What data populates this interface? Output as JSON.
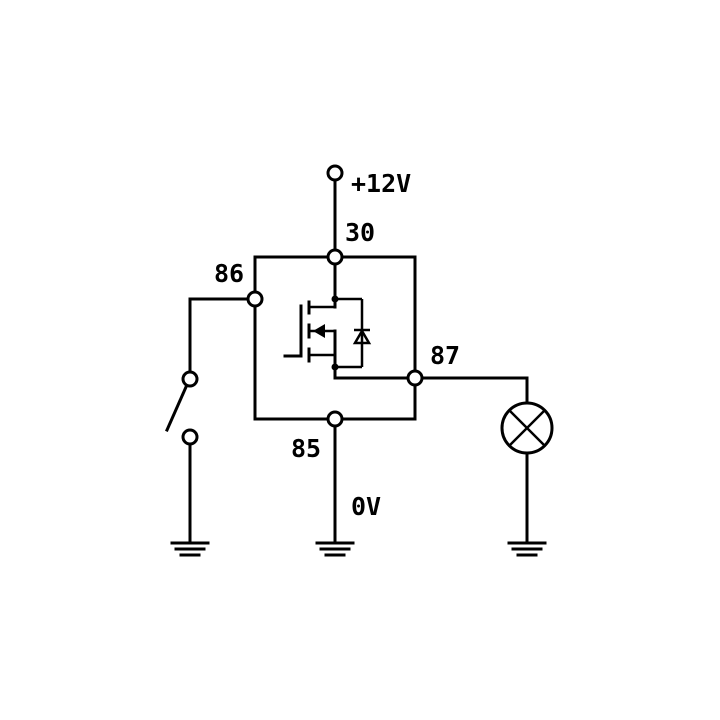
{
  "diagram": {
    "supply_label": "+12V",
    "ground_label": "0V",
    "pins": {
      "p30": "30",
      "p86": "86",
      "p85": "85",
      "p87": "87"
    }
  }
}
